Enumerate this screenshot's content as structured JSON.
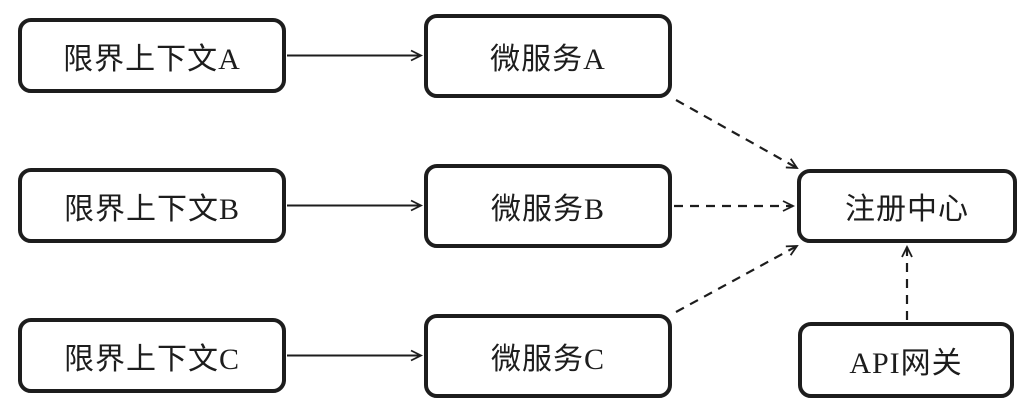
{
  "diagram": {
    "background_color": "#ffffff",
    "line_color": "#1d1d1d",
    "node_border_color": "#1d1d1d",
    "nodes": [
      {
        "id": "bounded-context-a",
        "label": "限界上下文A"
      },
      {
        "id": "bounded-context-b",
        "label": "限界上下文B"
      },
      {
        "id": "bounded-context-c",
        "label": "限界上下文C"
      },
      {
        "id": "microservice-a",
        "label": "微服务A"
      },
      {
        "id": "microservice-b",
        "label": "微服务B"
      },
      {
        "id": "microservice-c",
        "label": "微服务C"
      },
      {
        "id": "registry-center",
        "label": "注册中心"
      },
      {
        "id": "api-gateway",
        "label": "API网关"
      }
    ],
    "edges": [
      {
        "from": "bounded-context-a",
        "to": "microservice-a",
        "style": "solid"
      },
      {
        "from": "bounded-context-b",
        "to": "microservice-b",
        "style": "solid"
      },
      {
        "from": "bounded-context-c",
        "to": "microservice-c",
        "style": "solid"
      },
      {
        "from": "microservice-a",
        "to": "registry-center",
        "style": "dashed"
      },
      {
        "from": "microservice-b",
        "to": "registry-center",
        "style": "dashed"
      },
      {
        "from": "microservice-c",
        "to": "registry-center",
        "style": "dashed"
      },
      {
        "from": "api-gateway",
        "to": "registry-center",
        "style": "dashed"
      }
    ]
  }
}
